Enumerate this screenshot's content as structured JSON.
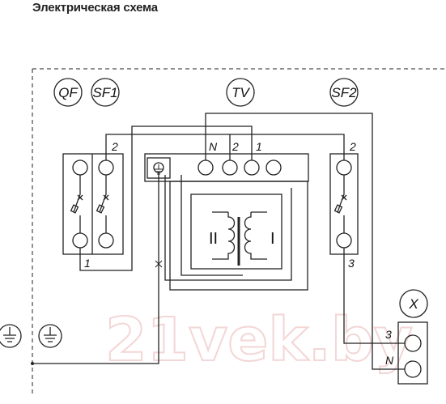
{
  "title": "Электрическая схема",
  "designators": {
    "qf": "QF",
    "sf1": "SF1",
    "tv": "TV",
    "sf2": "SF2",
    "x": "X"
  },
  "terminals": {
    "sf1_top": "2",
    "sf1_bottom": "1",
    "tv_n": "N",
    "tv_2": "2",
    "tv_1": "1",
    "sf2_top": "2",
    "sf2_bottom": "3",
    "x_3": "3",
    "x_n": "N"
  },
  "windings": {
    "secondary": "II",
    "primary": "I"
  },
  "watermark": "21vek.by",
  "colors": {
    "line": "#222222",
    "dash": "#333333",
    "watermark": "#f3d6d6"
  }
}
